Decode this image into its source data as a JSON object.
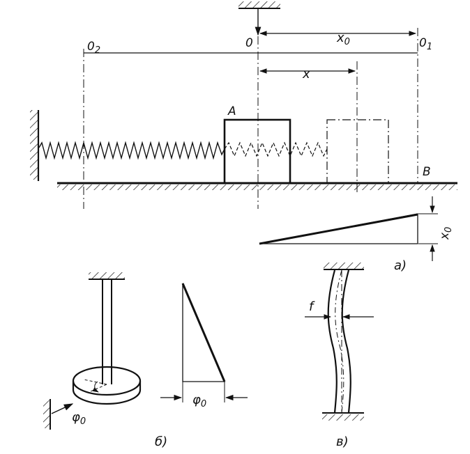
{
  "colors": {
    "ink": "#111111",
    "paper": "#ffffff"
  },
  "figure_a": {
    "point_O": "0",
    "point_O1": "0",
    "point_O1_sub": "1",
    "point_O2": "0",
    "point_O2_sub": "2",
    "label_x0": "x",
    "label_x0_sub": "0",
    "label_x": "x",
    "mass_label": "A",
    "point_B": "B",
    "wedge_x0": "x",
    "wedge_x0_sub": "0",
    "caption": "a)"
  },
  "figure_b": {
    "phi_label": "φ",
    "phi_sub": "0",
    "diagram_phi_label": "φ",
    "diagram_phi_sub": "0",
    "caption": "б)"
  },
  "figure_c": {
    "label_f": "f",
    "caption": "в)"
  }
}
